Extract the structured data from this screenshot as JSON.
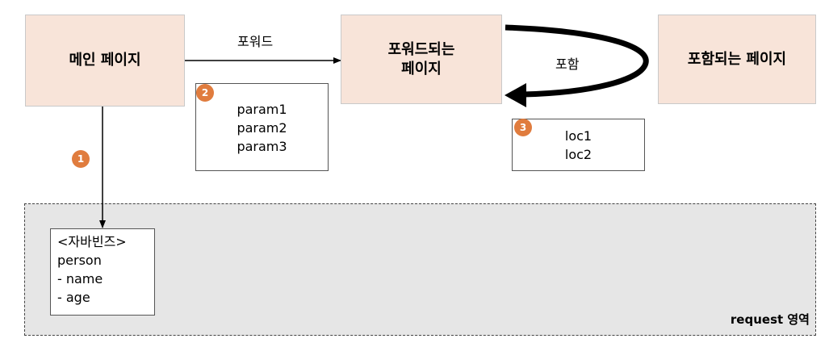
{
  "nodes": {
    "main_page": "메인 페이지",
    "forwarded_page": "포워드되는\n페이지",
    "included_page": "포함되는 페이지"
  },
  "edges": {
    "forward_label": "포워드",
    "include_label": "포함"
  },
  "params_box": {
    "badge": "2",
    "lines": [
      "param1",
      "param2",
      "param3"
    ]
  },
  "locals_box": {
    "badge": "3",
    "lines": [
      "loc1",
      "loc2"
    ]
  },
  "bean_badge": "1",
  "bean_box": {
    "title": "<자바빈즈>",
    "object": "person",
    "fields": [
      "- name",
      "- age"
    ]
  },
  "region": {
    "label": "request 영역"
  },
  "colors": {
    "page_fill": "#f8e4d9",
    "badge_fill": "#e07c3e",
    "region_fill": "#e6e6e6"
  }
}
